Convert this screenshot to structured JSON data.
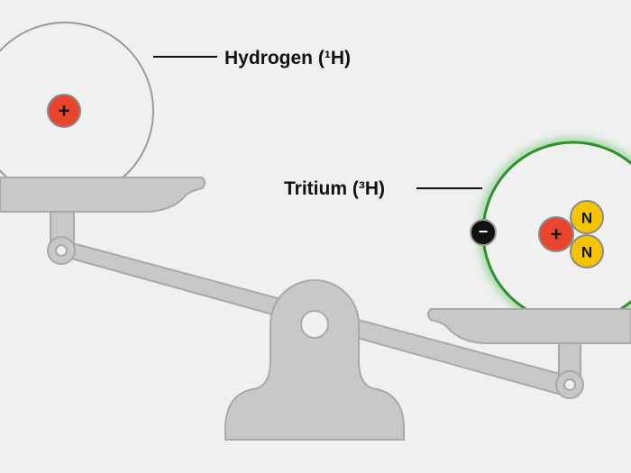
{
  "colors": {
    "background": "#f0f0f0",
    "scale_gray": "#c8c8c8",
    "scale_outline": "#a9a9a9",
    "orbit_gray": "#9a9a9a",
    "orbit_green": "#2f8f2f",
    "orbit_glow": "#8fd18f",
    "proton": "#e8452c",
    "neutron": "#f5c400",
    "electron": "#111111",
    "text": "#111111"
  },
  "hydrogen": {
    "label": "Hydrogen (¹H)",
    "proton_symbol": "+",
    "proton_icon": "proton-icon"
  },
  "tritium": {
    "label": "Tritium (³H)",
    "proton_symbol": "+",
    "neutron_symbol": "N",
    "electron_symbol": "−",
    "proton_icon": "proton-icon",
    "neutron_icon": "neutron-icon",
    "electron_icon": "electron-icon"
  }
}
